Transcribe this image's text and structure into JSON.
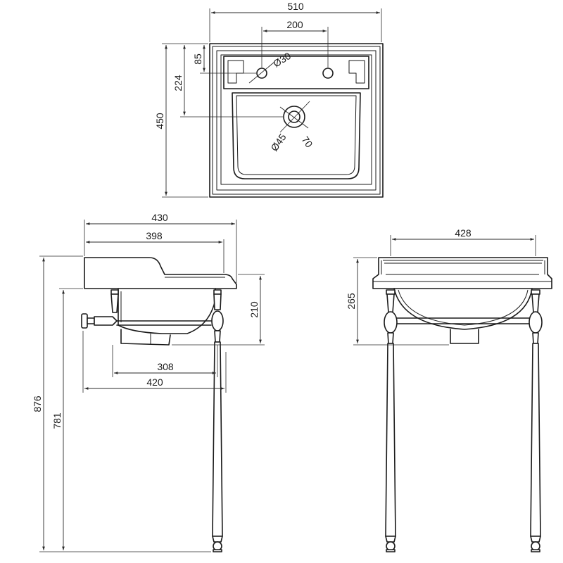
{
  "views": {
    "top": {
      "overall_width": "510",
      "tap_hole_spacing": "200",
      "depth": "450",
      "rear_to_tap_holes": "85",
      "rear_to_waste": "224",
      "tap_hole_diameter": "Ø30",
      "waste_diameter": "Ø45",
      "waste_surround": "70"
    },
    "side": {
      "basin_depth": "430",
      "bowl_depth": "398",
      "basin_height": "210",
      "stand_depth_inner": "308",
      "stand_depth": "420",
      "overall_height": "876",
      "rim_height": "781"
    },
    "front": {
      "leg_spacing": "428",
      "basin_height": "265"
    }
  },
  "colors": {
    "line": "#1a1a1a",
    "background": "#ffffff"
  }
}
